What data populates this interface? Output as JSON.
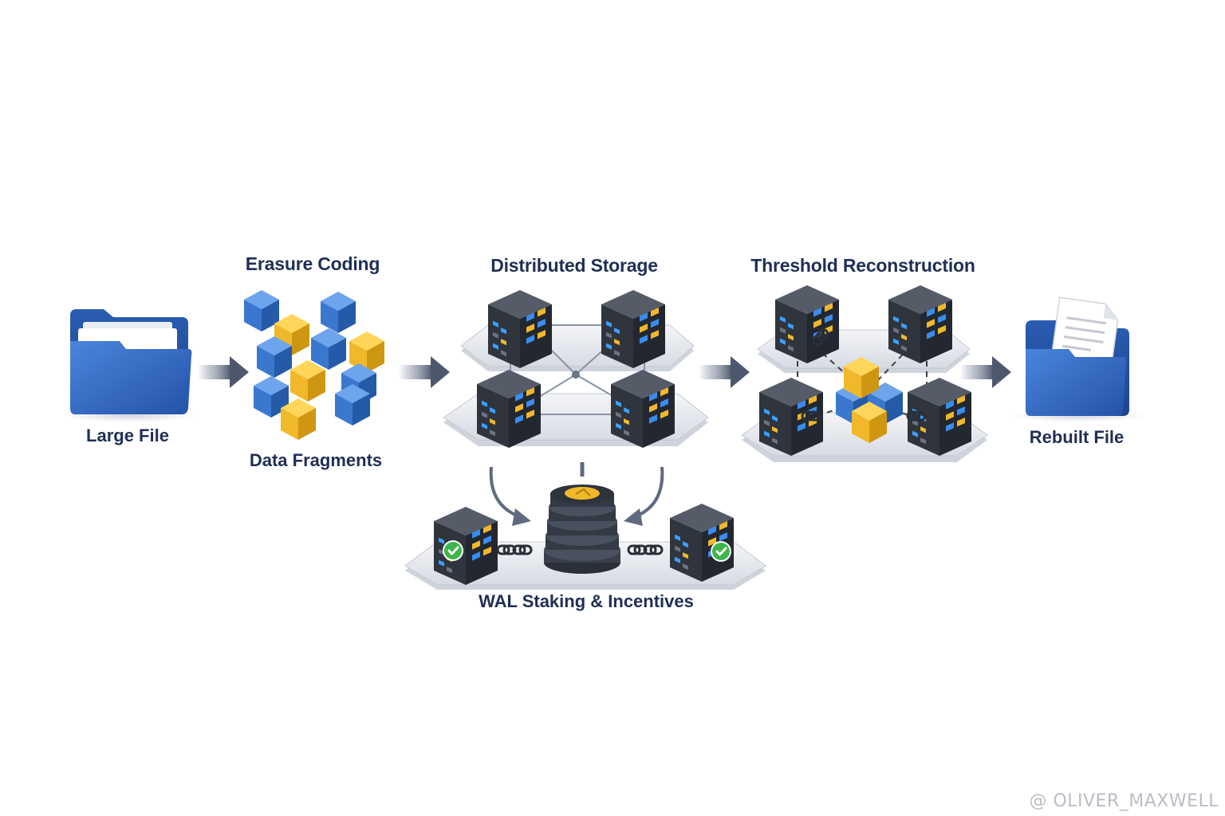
{
  "stages": {
    "large_file": "Large File",
    "erasure_coding": "Erasure Coding",
    "data_fragments": "Data Fragments",
    "distributed_storage": "Distributed Storage",
    "threshold_reconstruction": "Threshold Reconstruction",
    "rebuilt_file": "Rebuilt File",
    "staking": "WAL Staking & Incentives"
  },
  "watermark": "@ OLIVER_MAXWELL",
  "colors": {
    "folder_blue": "#2f62b8",
    "fragment_blue": "#3b7bd4",
    "fragment_yellow": "#f0b82a",
    "server_dark": "#343a45",
    "arrow_gray": "#5f6a80",
    "check_green": "#3cb54a",
    "title_navy": "#1f2f55"
  }
}
